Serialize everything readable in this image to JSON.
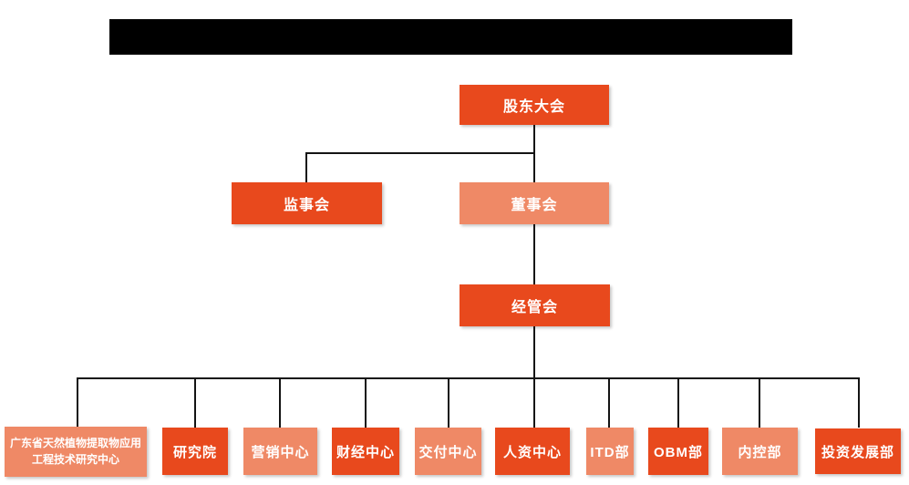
{
  "header": {
    "redacted_title_bar": true
  },
  "colors": {
    "primary": "#E8491D",
    "secondary": "#EF8966",
    "line": "#141414",
    "background": "#FFFFFF",
    "text": "#FFFFFF",
    "redaction": "#000000"
  },
  "org": {
    "type": "organization-chart",
    "nodes": [
      {
        "id": "shareholders-meeting",
        "label": "股东大会",
        "variant": "primary",
        "level": 1,
        "parent": null
      },
      {
        "id": "supervisory-board",
        "label": "监事会",
        "variant": "primary",
        "level": 2,
        "parent": "shareholders-meeting"
      },
      {
        "id": "board-of-directors",
        "label": "董事会",
        "variant": "secondary",
        "level": 2,
        "parent": "shareholders-meeting"
      },
      {
        "id": "management-committee",
        "label": "经管会",
        "variant": "primary",
        "level": 3,
        "parent": "board-of-directors"
      },
      {
        "id": "gd-research-center",
        "label": "广东省天然植物提取物应用工程技术研究中心",
        "variant": "secondary",
        "level": 4,
        "parent": "management-committee"
      },
      {
        "id": "research-institute",
        "label": "研究院",
        "variant": "primary",
        "level": 4,
        "parent": "management-committee"
      },
      {
        "id": "marketing-center",
        "label": "营销中心",
        "variant": "secondary",
        "level": 4,
        "parent": "management-committee"
      },
      {
        "id": "finance-center",
        "label": "财经中心",
        "variant": "primary",
        "level": 4,
        "parent": "management-committee"
      },
      {
        "id": "delivery-center",
        "label": "交付中心",
        "variant": "secondary",
        "level": 4,
        "parent": "management-committee"
      },
      {
        "id": "hr-center",
        "label": "人资中心",
        "variant": "primary",
        "level": 4,
        "parent": "management-committee"
      },
      {
        "id": "itd-dept",
        "label": "ITD部",
        "variant": "secondary",
        "level": 4,
        "parent": "management-committee"
      },
      {
        "id": "obm-dept",
        "label": "OBM部",
        "variant": "primary",
        "level": 4,
        "parent": "management-committee"
      },
      {
        "id": "internal-control-dept",
        "label": "内控部",
        "variant": "secondary",
        "level": 4,
        "parent": "management-committee"
      },
      {
        "id": "investment-dev-dept",
        "label": "投资发展部",
        "variant": "primary",
        "level": 4,
        "parent": "management-committee"
      }
    ]
  }
}
